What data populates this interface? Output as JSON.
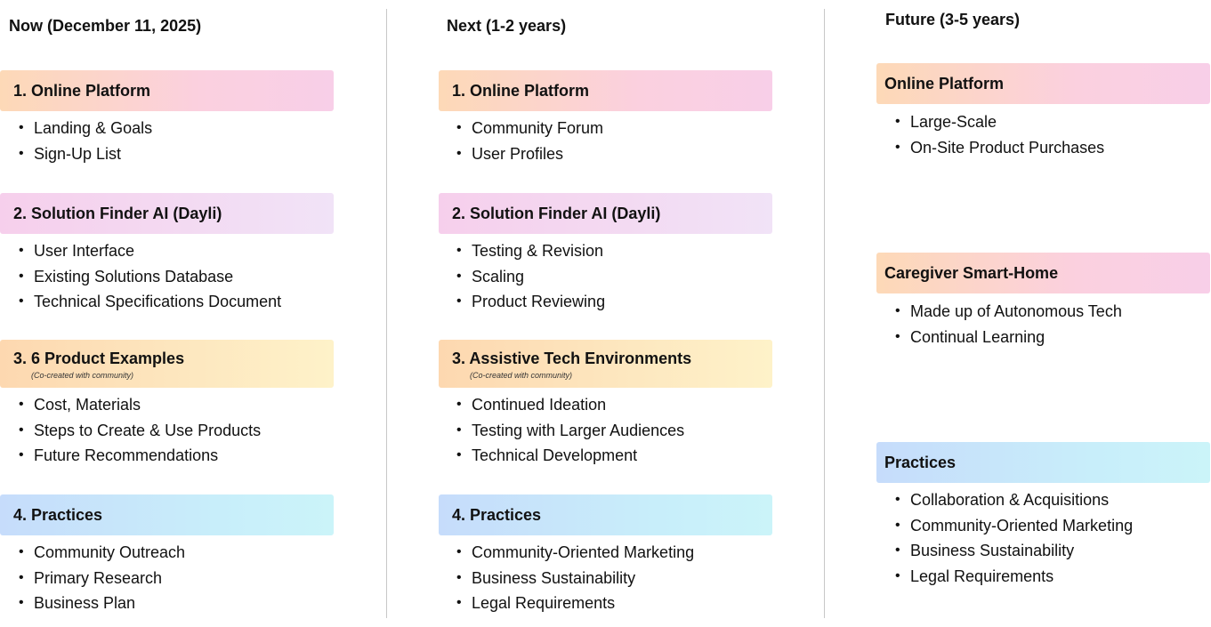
{
  "columns": [
    {
      "title": "Now (December 11, 2025)",
      "cards": [
        {
          "title": "1. Online Platform",
          "subtitle": "",
          "items": [
            "Landing & Goals",
            "Sign-Up List"
          ]
        },
        {
          "title": "2. Solution Finder AI (Dayli)",
          "subtitle": "",
          "items": [
            "User Interface",
            "Existing Solutions Database",
            "Technical Specifications Document"
          ]
        },
        {
          "title": "3. 6 Product Examples",
          "subtitle": "(Co-created with community)",
          "items": [
            "Cost, Materials",
            "Steps to Create & Use Products",
            "Future Recommendations"
          ]
        },
        {
          "title": "4. Practices",
          "subtitle": "",
          "items": [
            "Community Outreach",
            "Primary Research",
            "Business Plan"
          ]
        }
      ]
    },
    {
      "title": "Next (1-2 years)",
      "cards": [
        {
          "title": "1. Online Platform",
          "subtitle": "",
          "items": [
            "Community Forum",
            "User Profiles"
          ]
        },
        {
          "title": "2. Solution Finder AI (Dayli)",
          "subtitle": "",
          "items": [
            "Testing & Revision",
            "Scaling",
            "Product Reviewing"
          ]
        },
        {
          "title": "3. Assistive Tech Environments",
          "subtitle": "(Co-created with community)",
          "items": [
            "Continued Ideation",
            "Testing with Larger Audiences",
            "Technical Development"
          ]
        },
        {
          "title": "4. Practices",
          "subtitle": "",
          "items": [
            "Community-Oriented Marketing",
            "Business Sustainability",
            "Legal Requirements"
          ]
        }
      ]
    },
    {
      "title": "Future (3-5 years)",
      "cards": [
        {
          "title": "Online Platform",
          "subtitle": "",
          "items": [
            "Large-Scale",
            "On-Site Product Purchases"
          ]
        },
        {
          "title": "Caregiver Smart-Home",
          "subtitle": "",
          "items": [
            "Made up of Autonomous Tech",
            "Continual Learning"
          ]
        },
        {
          "title": "Practices",
          "subtitle": "",
          "items": [
            "Collaboration & Acquisitions",
            "Community-Oriented Marketing",
            "Business Sustainability",
            "Legal Requirements"
          ]
        }
      ]
    }
  ]
}
